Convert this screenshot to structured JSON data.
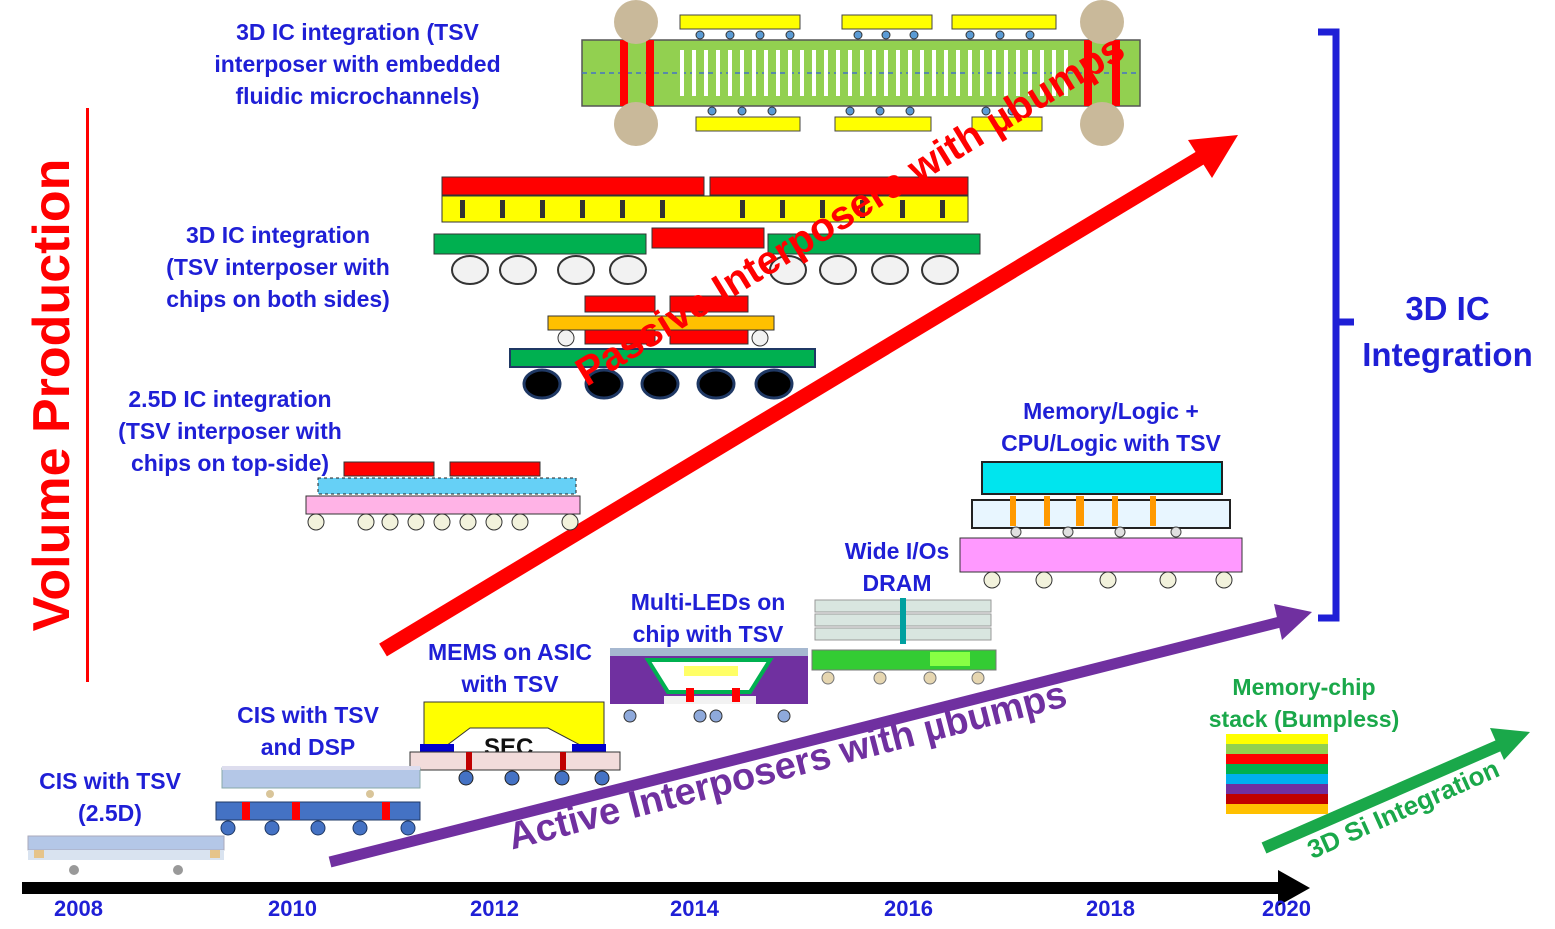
{
  "axis": {
    "years": [
      "2008",
      "2010",
      "2012",
      "2014",
      "2016",
      "2018",
      "2020"
    ]
  },
  "side_label": "Volume Production",
  "bracket_label": [
    "3D IC",
    "Integration"
  ],
  "trends": {
    "passive": "Passive Interposers with µbumps",
    "active": "Active Interposers  with µbumps",
    "si": "3D Si Integration"
  },
  "labels": {
    "fluidic": [
      "3D IC integration  (TSV",
      "interposer with embedded",
      "fluidic microchannels)"
    ],
    "both_sides": [
      "3D IC integration",
      "(TSV interposer with",
      "chips on both sides)"
    ],
    "top_side": [
      "2.5D IC integration",
      "(TSV interposer with",
      "chips on top-side)"
    ],
    "cis_25d": [
      "CIS with TSV",
      "(2.5D)"
    ],
    "cis_dsp": [
      "CIS with TSV",
      "and DSP"
    ],
    "mems": [
      "MEMS on ASIC",
      "with TSV"
    ],
    "leds": [
      "Multi-LEDs on",
      "chip with TSV"
    ],
    "wide_io": [
      "Wide I/Os",
      "DRAM"
    ],
    "mem_logic": [
      "Memory/Logic +",
      "CPU/Logic with TSV"
    ],
    "mem_stack": [
      "Memory-chip",
      "stack (Bumpless)"
    ]
  },
  "colors": {
    "label_blue": "#1f1fd6",
    "passive_red": "#ff0000",
    "active_purple": "#7030a0",
    "si_green": "#1aa84a"
  }
}
